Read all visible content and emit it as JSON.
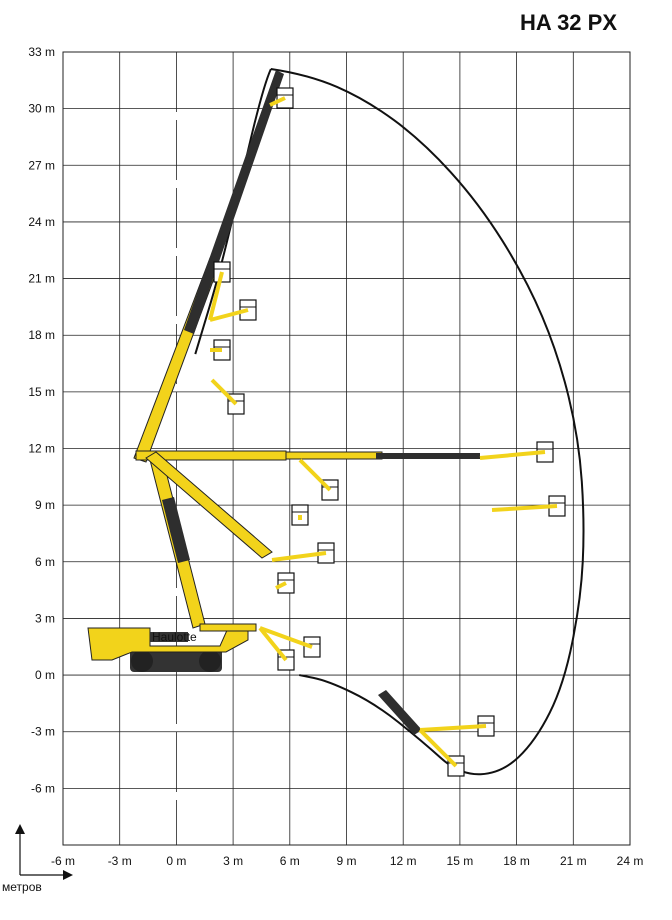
{
  "title": "HA 32 PX",
  "unit_label": "метров",
  "colors": {
    "boom": "#F2D31B",
    "boom_dark": "#2E2E2E",
    "envelope": "#111111",
    "grid": "#222222"
  },
  "chart_data": {
    "type": "diagram",
    "x_ticks": [
      "-6 m",
      "-3 m",
      "0 m",
      "3 m",
      "6 m",
      "9 m",
      "12 m",
      "15 m",
      "18 m",
      "21 m",
      "24 m"
    ],
    "y_ticks": [
      "33 m",
      "30 m",
      "27 m",
      "24 m",
      "21 m",
      "18 m",
      "15 m",
      "12 m",
      "9 m",
      "6 m",
      "3 m",
      "0 m",
      "-3 m",
      "-6 m"
    ],
    "xlim": [
      -6,
      24
    ],
    "ylim": [
      -9,
      33
    ],
    "grid": true,
    "machine_brand": "Haulotte",
    "envelope": [
      [
        5.0,
        32.1
      ],
      [
        7.0,
        31.8
      ],
      [
        10.0,
        30.5
      ],
      [
        13.0,
        28.3
      ],
      [
        16.0,
        25.0
      ],
      [
        18.5,
        21.0
      ],
      [
        20.2,
        17.0
      ],
      [
        21.3,
        12.5
      ],
      [
        21.6,
        8.0
      ],
      [
        21.4,
        4.0
      ],
      [
        20.5,
        -0.5
      ],
      [
        19.0,
        -3.5
      ],
      [
        17.2,
        -5.2
      ],
      [
        15.0,
        -5.3
      ],
      [
        13.0,
        -3.5
      ],
      [
        10.5,
        -1.5
      ],
      [
        8.0,
        -0.3
      ],
      [
        6.5,
        0.0
      ]
    ],
    "envelope_left": [
      [
        5.0,
        32.1
      ],
      [
        4.5,
        31.0
      ],
      [
        2.5,
        22.0
      ],
      [
        1.0,
        17.0
      ]
    ]
  }
}
